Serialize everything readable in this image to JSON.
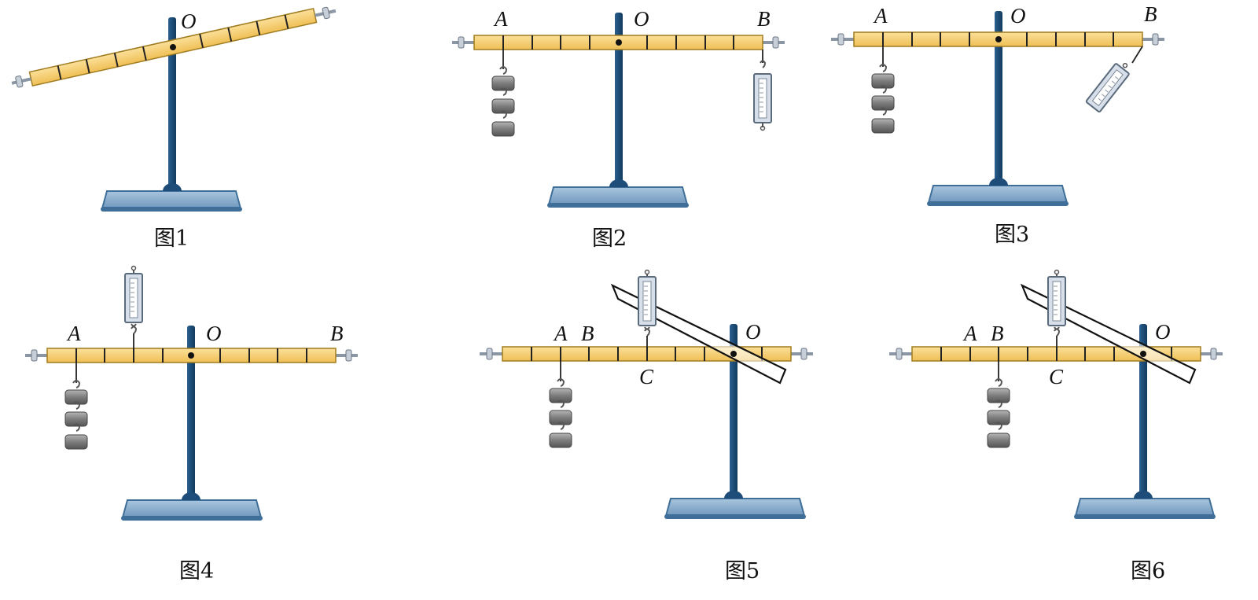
{
  "figures": [
    {
      "caption": "图1",
      "labels": [
        {
          "text": "O"
        }
      ]
    },
    {
      "caption": "图2",
      "labels": [
        {
          "text": "A"
        },
        {
          "text": "O"
        },
        {
          "text": "B"
        }
      ]
    },
    {
      "caption": "图3",
      "labels": [
        {
          "text": "A"
        },
        {
          "text": "O"
        },
        {
          "text": "B"
        }
      ]
    },
    {
      "caption": "图4",
      "labels": [
        {
          "text": "A"
        },
        {
          "text": "O"
        },
        {
          "text": "B"
        }
      ]
    },
    {
      "caption": "图5",
      "labels": [
        {
          "text": "A"
        },
        {
          "text": "B"
        },
        {
          "text": "O"
        },
        {
          "text": "C"
        }
      ]
    },
    {
      "caption": "图6",
      "labels": [
        {
          "text": "A"
        },
        {
          "text": "B"
        },
        {
          "text": "O"
        },
        {
          "text": "C"
        }
      ]
    }
  ],
  "colors": {
    "lever": "#f5cd6e",
    "lever_edge": "#a07c20",
    "stand": "#1d4d78",
    "base": "#8fb1ce",
    "base_dark": "#3f6f98",
    "weight": "#8a8a8a",
    "scale_body": "#d7e0ea"
  }
}
